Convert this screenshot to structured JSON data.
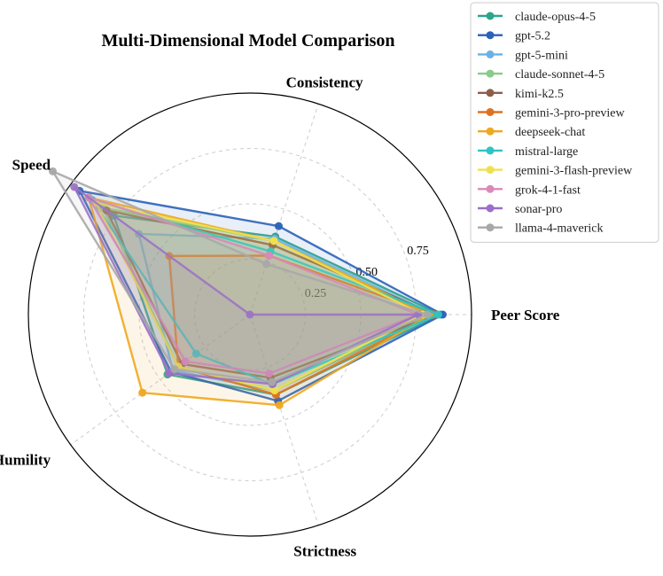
{
  "chart_data": {
    "type": "radar",
    "title": "Multi-Dimensional Model Comparison",
    "axes": [
      "Peer Score",
      "Consistency",
      "Speed",
      "Humility",
      "Strictness"
    ],
    "radial_ticks": [
      "0.25",
      "0.50",
      "0.75"
    ],
    "radial_tick_values": [
      0.25,
      0.5,
      0.75
    ],
    "rlim": [
      0,
      1
    ],
    "grid": true,
    "legend_position": "top-right",
    "series": [
      {
        "name": "claude-opus-4-5",
        "color": "#2ca58d",
        "values": [
          0.86,
          0.37,
          0.76,
          0.46,
          0.38
        ]
      },
      {
        "name": "gpt-5.2",
        "color": "#2a62b8",
        "values": [
          0.87,
          0.42,
          0.95,
          0.44,
          0.41
        ]
      },
      {
        "name": "gpt-5-mini",
        "color": "#6ab2e6",
        "values": [
          0.83,
          0.36,
          0.62,
          0.43,
          0.36
        ]
      },
      {
        "name": "claude-sonnet-4-5",
        "color": "#88cc88",
        "values": [
          0.82,
          0.35,
          0.82,
          0.4,
          0.36
        ]
      },
      {
        "name": "kimi-k2.5",
        "color": "#8c5e4a",
        "values": [
          0.84,
          0.33,
          0.8,
          0.38,
          0.3
        ]
      },
      {
        "name": "gemini-3-pro-preview",
        "color": "#e07020",
        "values": [
          0.83,
          0.28,
          0.45,
          0.4,
          0.38
        ]
      },
      {
        "name": "deepseek-chat",
        "color": "#f0a820",
        "values": [
          0.81,
          0.35,
          0.9,
          0.6,
          0.43
        ]
      },
      {
        "name": "mistral-large",
        "color": "#2ec4c4",
        "values": [
          0.85,
          0.3,
          0.88,
          0.3,
          0.33
        ]
      },
      {
        "name": "gemini-3-flash-preview",
        "color": "#f0e050",
        "values": [
          0.78,
          0.35,
          0.86,
          0.4,
          0.36
        ]
      },
      {
        "name": "grok-4-1-fast",
        "color": "#d98ab8",
        "values": [
          0.76,
          0.28,
          0.9,
          0.36,
          0.28
        ]
      },
      {
        "name": "sonar-pro",
        "color": "#9b6fc8",
        "values": [
          0.76,
          0.0,
          0.98,
          0.45,
          0.33
        ]
      },
      {
        "name": "llama-4-maverick",
        "color": "#a8a8a8",
        "values": [
          0.8,
          0.24,
          1.1,
          0.42,
          0.32
        ]
      }
    ]
  }
}
